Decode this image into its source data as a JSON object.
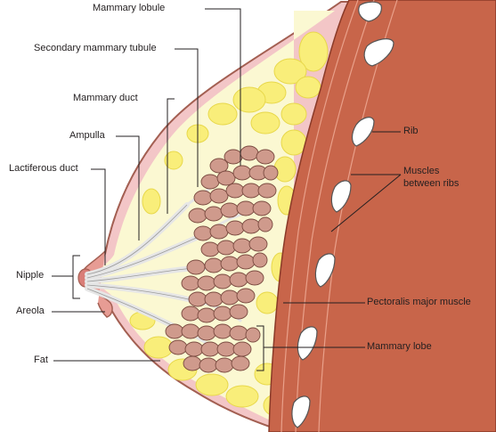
{
  "labels": {
    "mammary_lobule": "Mammary lobule",
    "secondary_mammary_tubule": "Secondary mammary tubule",
    "mammary_duct": "Mammary duct",
    "ampulla": "Ampulla",
    "lactiferous_duct": "Lactiferous duct",
    "nipple": "Nipple",
    "areola": "Areola",
    "fat": "Fat",
    "rib": "Rib",
    "muscles_between_ribs_line1": "Muscles",
    "muscles_between_ribs_line2": "between ribs",
    "pectoralis_major_muscle": "Pectoralis major muscle",
    "mammary_lobe": "Mammary lobe"
  },
  "colors": {
    "skin_outline": "#a35f52",
    "skin_band": "#f3c6c7",
    "breast_interior": "#fbf8d2",
    "fat_lobules": "#f9ee7a",
    "muscle": "#c8654a",
    "muscle_highlight": "#e9a08a",
    "lobule": "#cf9a8c",
    "duct": "#e6e6e6",
    "rib": "#ffffff",
    "leader_line": "#231f20"
  }
}
